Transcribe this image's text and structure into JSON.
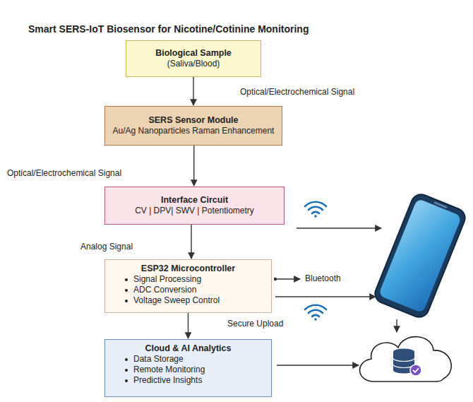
{
  "diagram": {
    "title": "Smart SERS-IoT Biosensor for Nicotine/Cotinine Monitoring",
    "nodes": [
      {
        "text": [
          "Biological Sample",
          "(Saliva/Blood)"
        ]
      },
      {
        "text": [
          "SERS Sensor Module",
          "Au/Ag Nanoparticles Raman Enhancement"
        ]
      },
      {
        "text": [
          "Interface Circuit",
          "CV | DPV| SWV | Potentiometry"
        ]
      },
      {
        "text": [
          "ESP32 Microcontroller",
          "Signal Processing",
          "ADC Conversion",
          "Voltage Sweep Control"
        ]
      },
      {
        "text": [
          "Cloud & AI Analytics",
          "Data Storage",
          "Remote Monitoring",
          "Predictive Insights"
        ]
      }
    ],
    "edges": [
      {
        "from": 0,
        "to": 1,
        "arrow": "to",
        "label": "Optical/Electrochemical Signal"
      },
      {
        "from": 1,
        "to": 2,
        "arrow": "to",
        "label": "Optical/Electrochemical Signal"
      },
      {
        "from": 2,
        "to": 3,
        "arrow": "to",
        "label": "Analog Signal"
      },
      {
        "from": 3,
        "to": 4,
        "arrow": "to",
        "label": "Secure Upload"
      }
    ],
    "labels": [
      "Bluetooth"
    ]
  }
}
